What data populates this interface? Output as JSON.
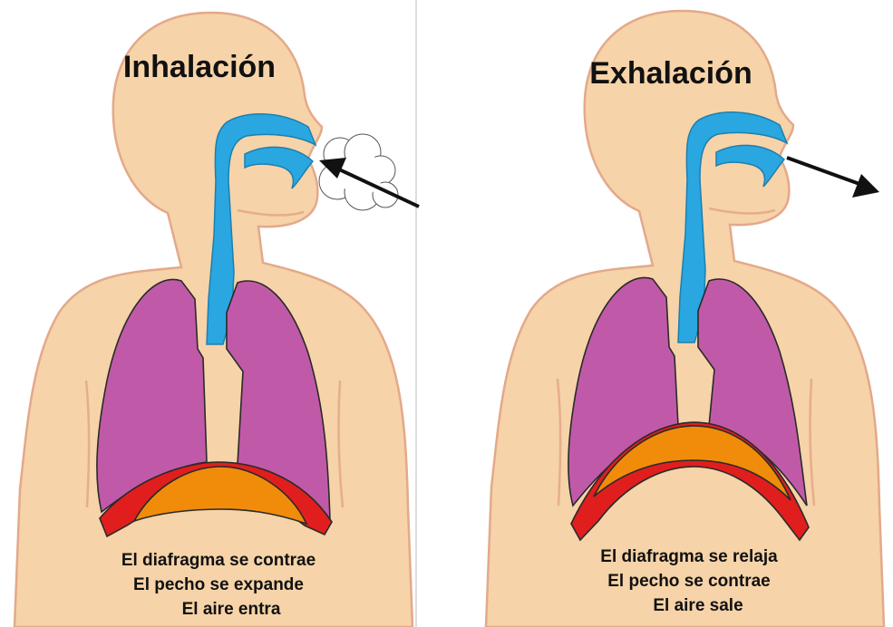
{
  "panels": [
    {
      "title": "Inhalación",
      "captions": [
        "El diafragma se contrae",
        "El pecho se expande",
        "El aire entra"
      ]
    },
    {
      "title": "Exhalación",
      "captions": [
        "El diafragma se relaja",
        "El pecho se contrae",
        "El aire sale"
      ]
    }
  ],
  "colors": {
    "skin": "#f6d3a8",
    "airway": "#2aa7e0",
    "lungs": "#c05aa8",
    "diaphragm": "#f08c0a",
    "muscle": "#e01e1e"
  }
}
